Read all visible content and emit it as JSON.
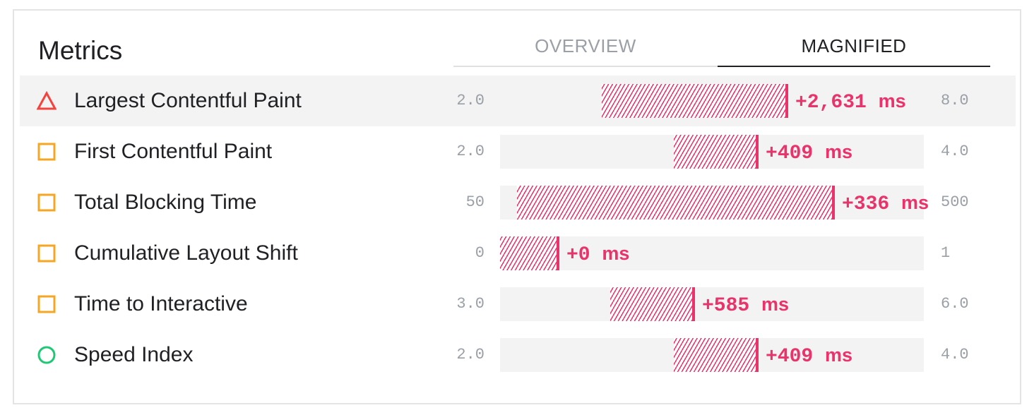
{
  "panel": {
    "title": "Metrics"
  },
  "tabs": [
    {
      "label": "OVERVIEW",
      "active": false
    },
    {
      "label": "MAGNIFIED",
      "active": true
    }
  ],
  "colors": {
    "accent": "#e8336b",
    "fail": "#f4423f",
    "average": "#f5a623",
    "pass": "#1ec874"
  },
  "metrics": [
    {
      "name": "Largest Contentful Paint",
      "status": "fail",
      "icon": "triangle-icon",
      "min": "2.0",
      "max": "8.0",
      "delta": "+2,631",
      "unit": "ms",
      "range_start": 0.24,
      "range_end": 0.68,
      "highlighted": true
    },
    {
      "name": "First Contentful Paint",
      "status": "average",
      "icon": "square-icon",
      "min": "2.0",
      "max": "4.0",
      "delta": "+409",
      "unit": "ms",
      "range_start": 0.41,
      "range_end": 0.61,
      "highlighted": false
    },
    {
      "name": "Total Blocking Time",
      "status": "average",
      "icon": "square-icon",
      "min": "50",
      "max": "500",
      "delta": "+336",
      "unit": "ms",
      "range_start": 0.04,
      "range_end": 0.79,
      "highlighted": false
    },
    {
      "name": "Cumulative Layout Shift",
      "status": "average",
      "icon": "square-icon",
      "min": "0",
      "max": "1",
      "delta": "+0",
      "unit": "ms",
      "range_start": 0.0,
      "range_end": 0.14,
      "highlighted": false
    },
    {
      "name": "Time to Interactive",
      "status": "average",
      "icon": "square-icon",
      "min": "3.0",
      "max": "6.0",
      "delta": "+585",
      "unit": "ms",
      "range_start": 0.26,
      "range_end": 0.46,
      "highlighted": false
    },
    {
      "name": "Speed Index",
      "status": "pass",
      "icon": "circle-icon",
      "min": "2.0",
      "max": "4.0",
      "delta": "+409",
      "unit": "ms",
      "range_start": 0.41,
      "range_end": 0.61,
      "highlighted": false
    }
  ]
}
